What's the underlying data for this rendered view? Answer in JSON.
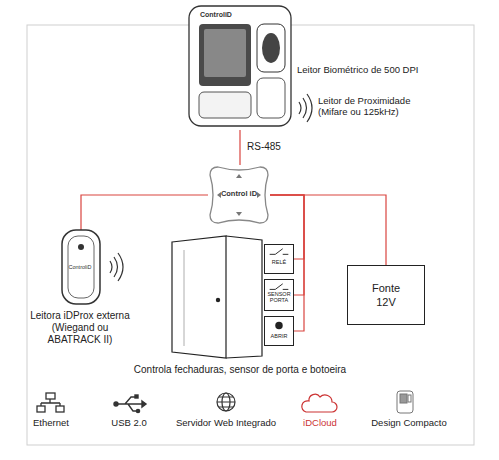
{
  "diagram": {
    "nodes": [
      {
        "text": [
          "ControliD"
        ]
      },
      {
        "text": [
          "Control iD"
        ]
      },
      {
        "text": [
          "ControliD",
          "Leitora iDProx externa (Wiegand ou ABATRACK II)"
        ]
      },
      {
        "text": [
          "RELÉ"
        ]
      },
      {
        "text": [
          "SENSOR PORTA"
        ]
      },
      {
        "text": [
          "ABRIR"
        ]
      },
      {
        "text": [
          "Fonte 12V"
        ]
      }
    ],
    "edges": [
      {
        "from": 0,
        "to": 1,
        "arrow": "none",
        "label": "RS-485"
      },
      {
        "from": 1,
        "to": 2,
        "arrow": "none"
      },
      {
        "from": 1,
        "to": 3,
        "arrow": "none"
      },
      {
        "from": 1,
        "to": 4,
        "arrow": "none"
      },
      {
        "from": 1,
        "to": 5,
        "arrow": "none"
      },
      {
        "from": 1,
        "to": 6,
        "arrow": "none"
      }
    ],
    "labels": [
      "Leitor Biométrico de 500 DPI",
      "Leitor de Proximidade (Mifare ou 125kHz)",
      "Controla fechaduras, sensor de porta e botoeira",
      "Ethernet",
      "USB 2.0",
      "Servidor Web Integrado",
      "iDCloud",
      "Design Compacto"
    ]
  }
}
